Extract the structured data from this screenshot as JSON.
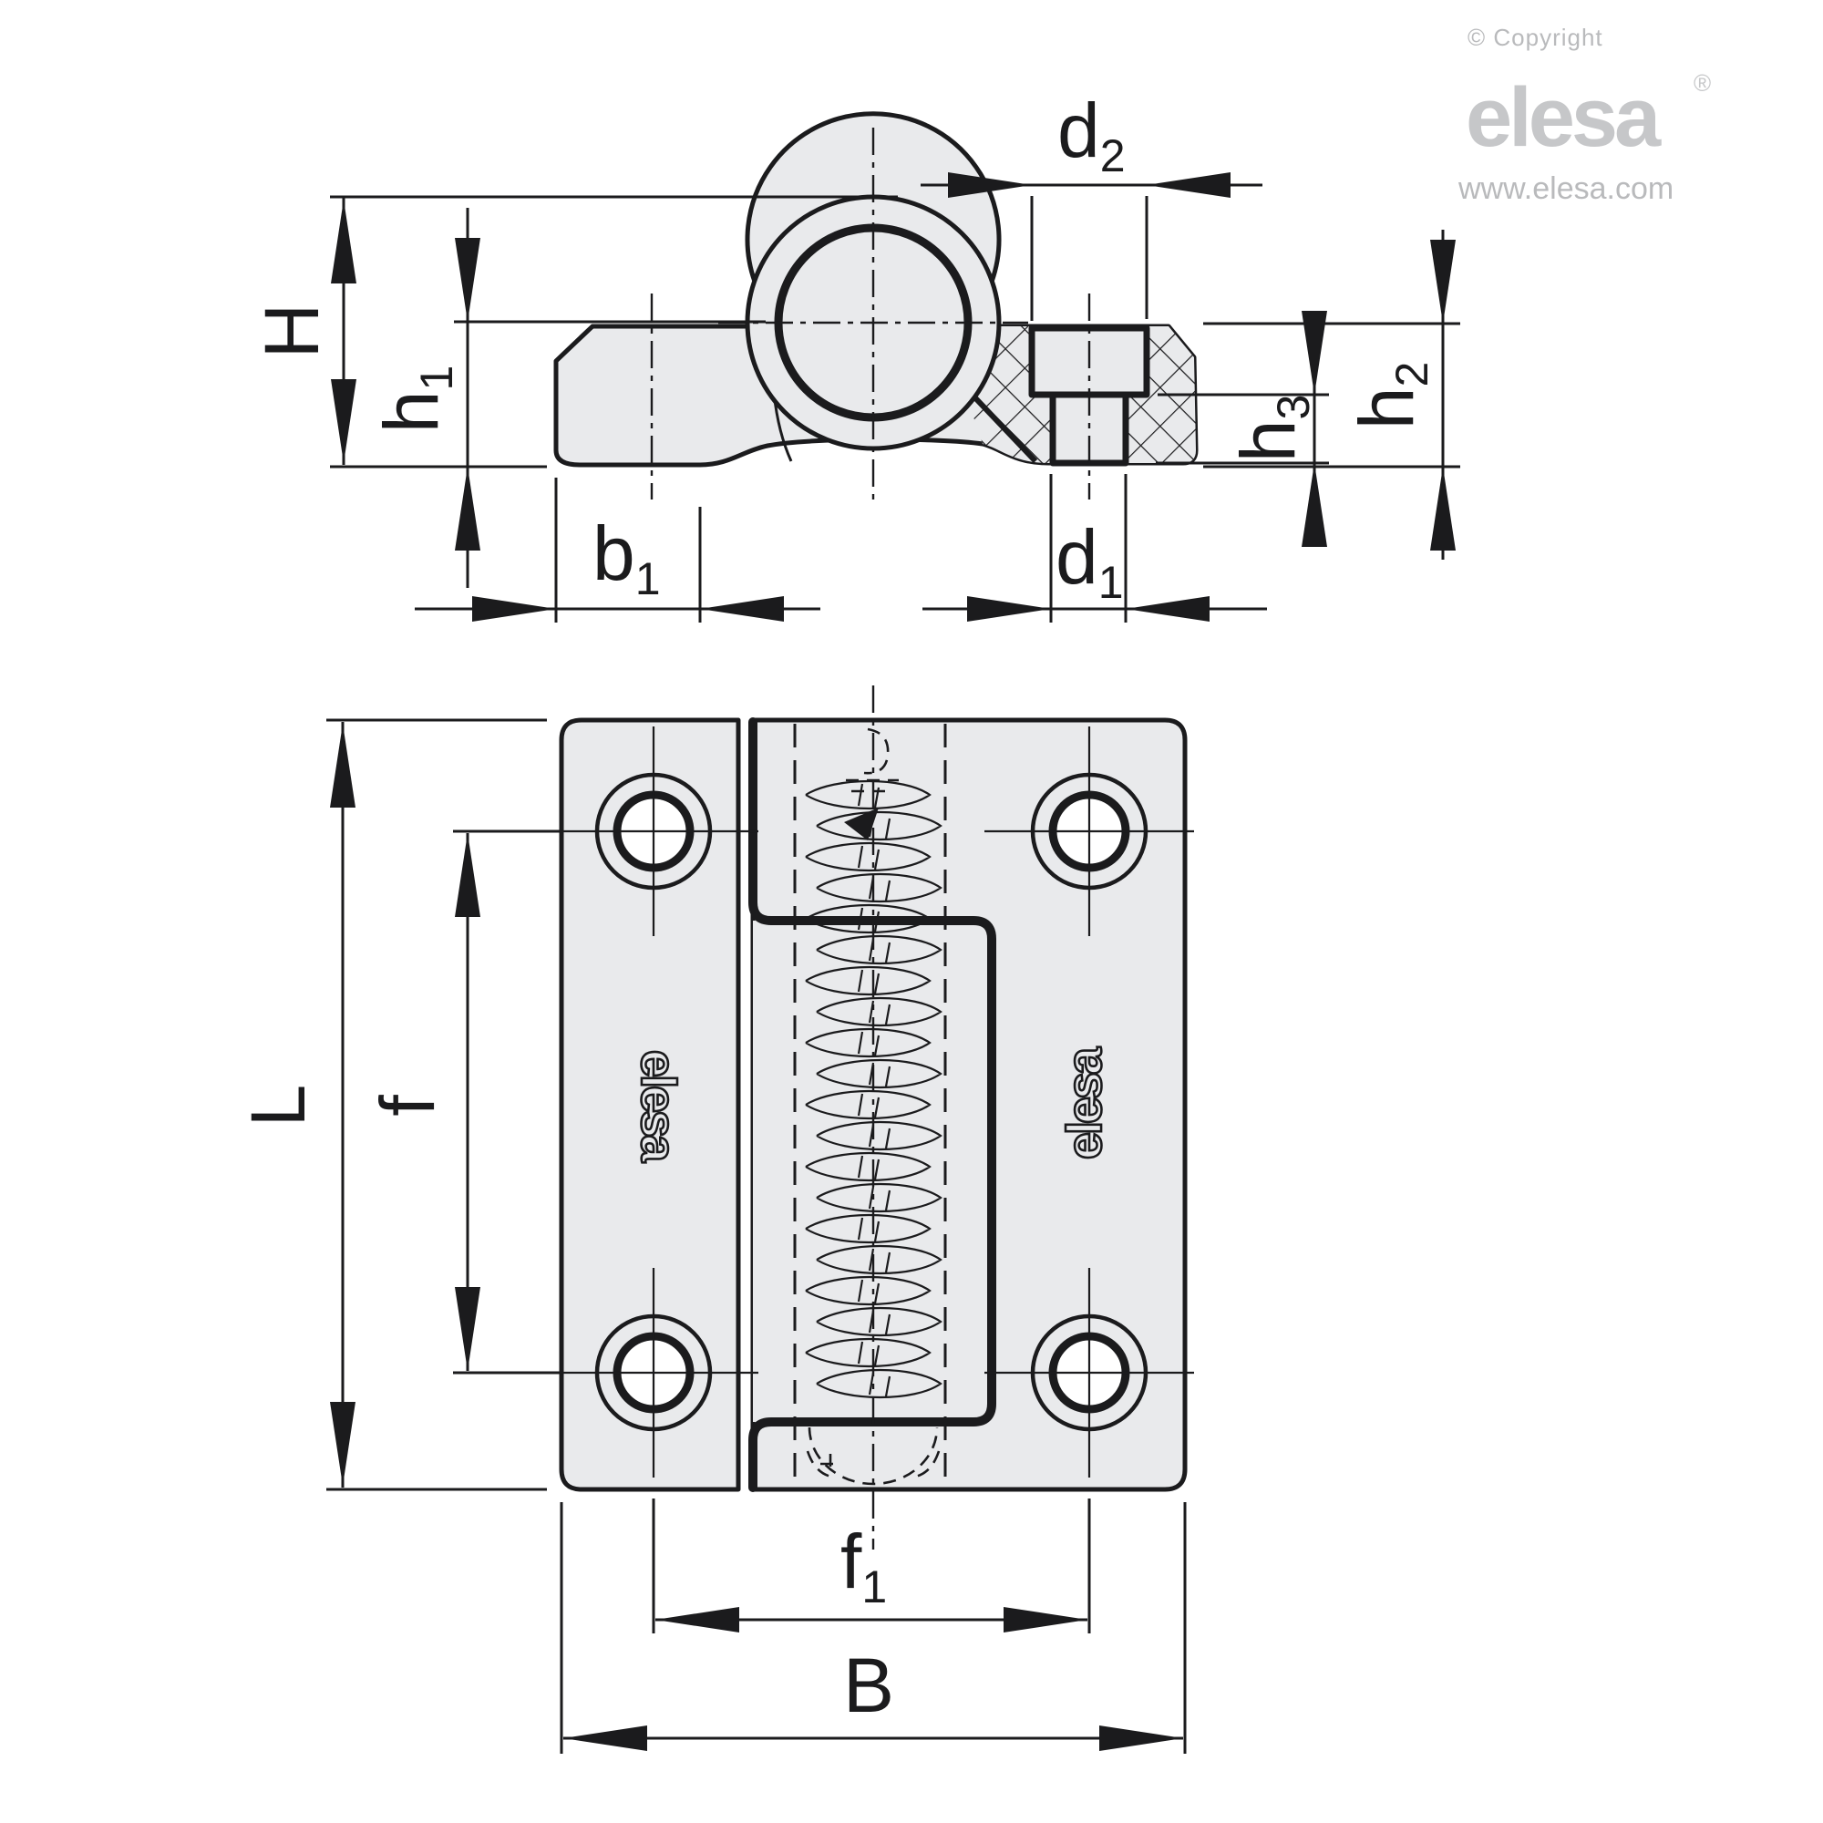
{
  "brand": {
    "copyright": "© Copyright",
    "logo": "elesa",
    "registered": "®",
    "website": "www.elesa.com"
  },
  "embossed_logo": "elesa",
  "colors": {
    "line": "#1b1b1d",
    "part_fill": "#e9eaec",
    "hole_fill": "#ffffff",
    "brand_gray": "#c6c7c9",
    "background": "#ffffff"
  },
  "views": {
    "top_section": {
      "name": "hinge cross-section view",
      "labels": {
        "H": {
          "main": "H",
          "sub": ""
        },
        "h1": {
          "main": "h",
          "sub": "1"
        },
        "d2": {
          "main": "d",
          "sub": "2"
        },
        "h3": {
          "main": "h",
          "sub": "3"
        },
        "h2": {
          "main": "h",
          "sub": "2"
        },
        "b1": {
          "main": "b",
          "sub": "1"
        },
        "d1": {
          "main": "d",
          "sub": "1"
        }
      }
    },
    "front_view": {
      "name": "hinge front view",
      "labels": {
        "L": {
          "main": "L",
          "sub": ""
        },
        "f": {
          "main": "f",
          "sub": ""
        },
        "f1": {
          "main": "f",
          "sub": "1"
        },
        "B": {
          "main": "B",
          "sub": ""
        }
      }
    }
  }
}
